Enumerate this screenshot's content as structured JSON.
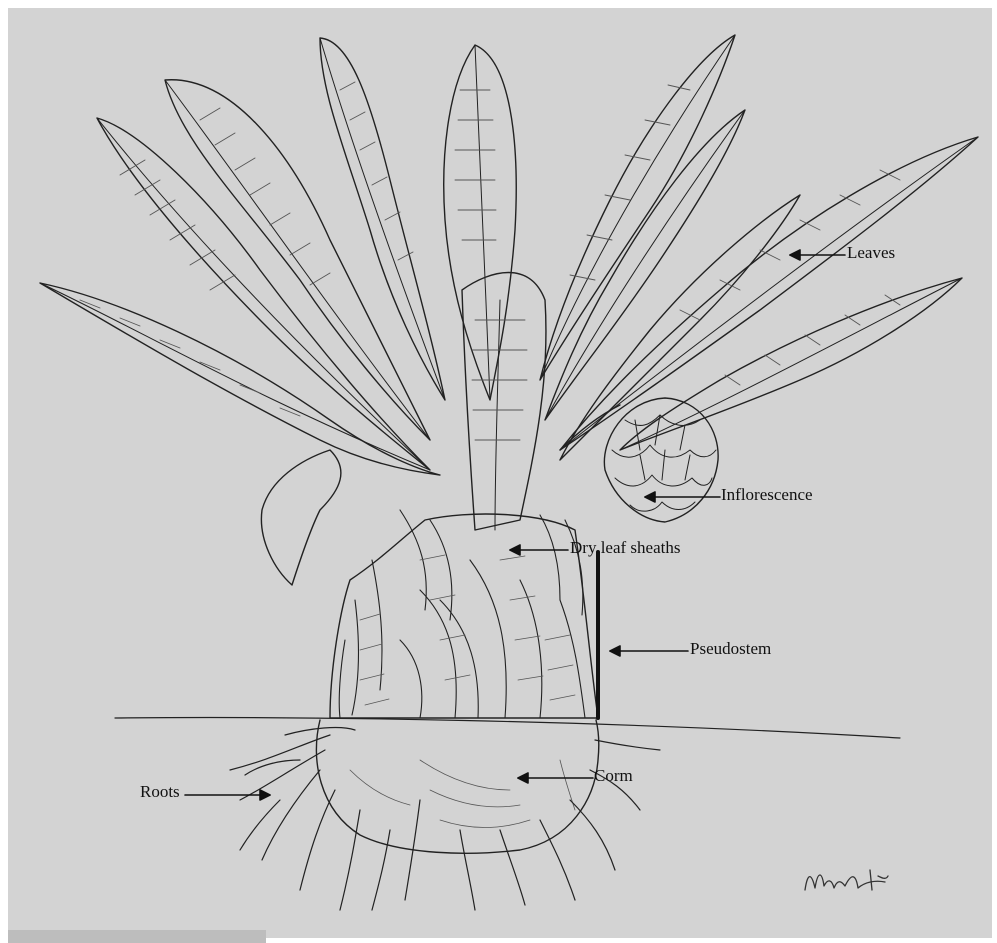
{
  "labels": {
    "leaves": "Leaves",
    "inflorescence": "Inflorescence",
    "dry_leaf_sheaths": "Dry leaf sheaths",
    "pseudostem": "Pseudostem",
    "corm": "Corm",
    "roots": "Roots"
  },
  "colors": {
    "paper": "#d3d3d3",
    "ink": "#222222",
    "hatch": "#555555"
  }
}
